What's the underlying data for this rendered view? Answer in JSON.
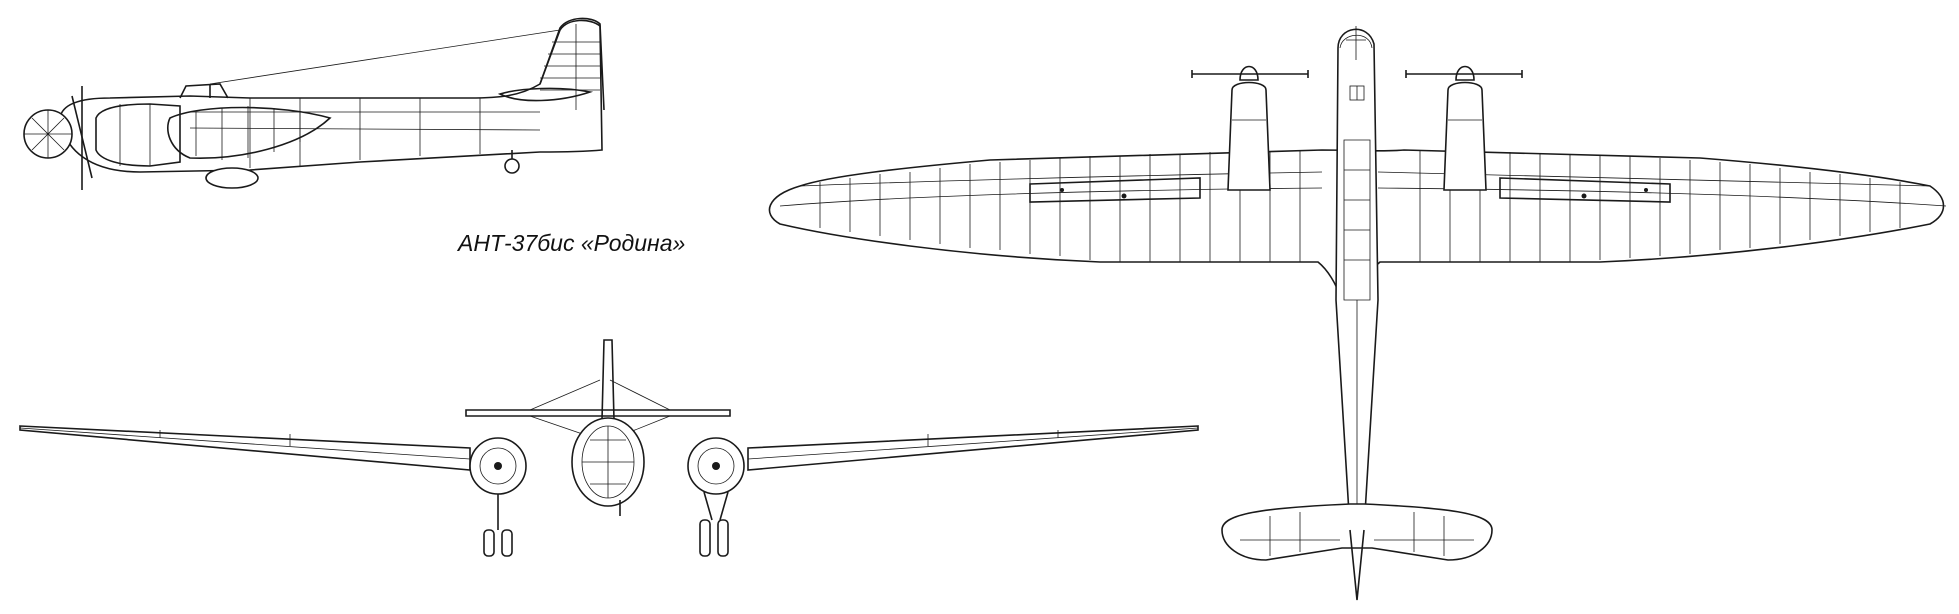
{
  "caption": "АНТ-37бис «Родина»",
  "views": [
    "side-view",
    "front-view",
    "top-view"
  ],
  "line_color": "#1a1a1a",
  "background_color": "#ffffff"
}
